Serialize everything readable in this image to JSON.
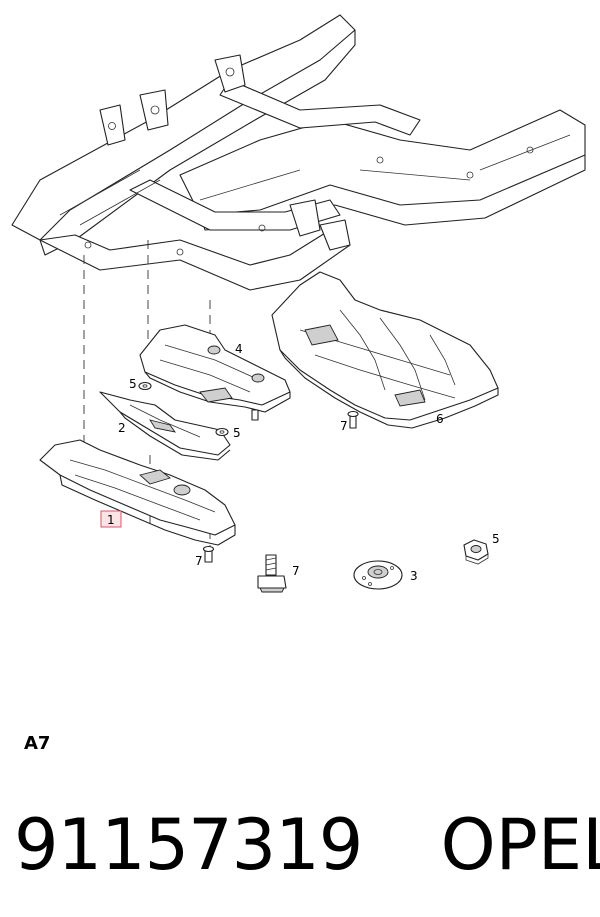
{
  "diagram": {
    "callouts": {
      "c1": "1",
      "c2": "2",
      "c3": "3",
      "c4": "4",
      "c5a": "5",
      "c5b": "5",
      "c5c": "5",
      "c6": "6",
      "c7a": "7",
      "c7b": "7",
      "c7c": "7"
    },
    "highlight_color": "#d9546a"
  },
  "diagram_code": "A7",
  "footer": {
    "part_number": "91157319",
    "brand": "OPEL"
  }
}
